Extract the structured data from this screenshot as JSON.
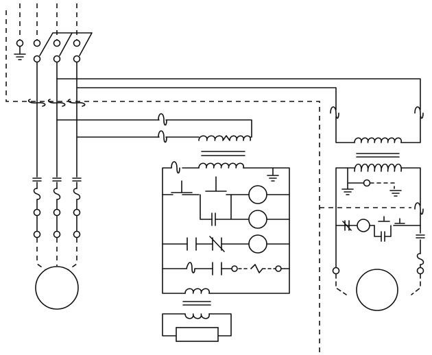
{
  "diagram": {
    "type": "electrical-schematic",
    "stroke_color": "#111111",
    "background": "#ffffff",
    "components": [
      "three-phase-disconnect-switch",
      "current-transformers",
      "main-contactors",
      "overload-heaters",
      "motor-left",
      "control-transformer",
      "control-ladder",
      "pilot-transformer",
      "motor-right"
    ]
  }
}
